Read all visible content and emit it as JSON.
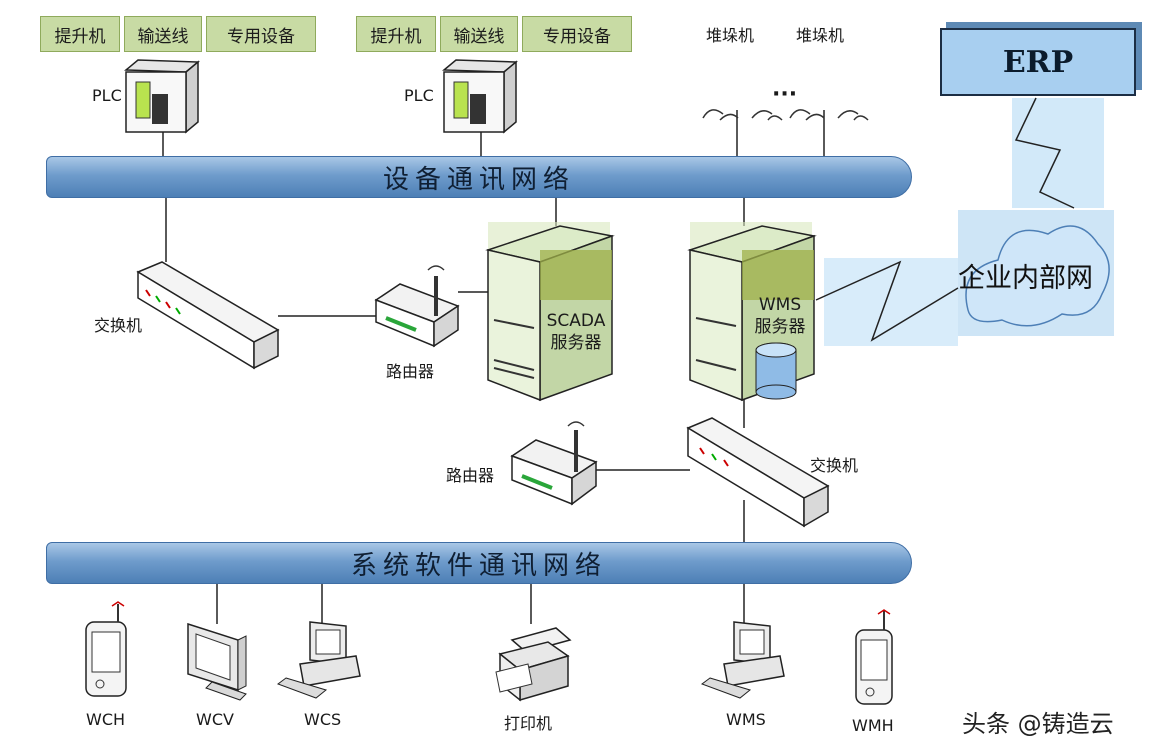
{
  "top_left_boxes": [
    "提升机",
    "输送线",
    "专用设备"
  ],
  "top_mid_boxes": [
    "提升机",
    "输送线",
    "专用设备"
  ],
  "stacker_labels": [
    "堆垛机",
    "堆垛机"
  ],
  "dots": "···",
  "plc_left": "PLC",
  "plc_mid": "PLC",
  "erp": "ERP",
  "device_bus": "设备通讯网络",
  "software_bus": "系统软件通讯网络",
  "intranet": "企业内部网",
  "switch_left": "交换机",
  "switch_right": "交换机",
  "router_top": "路由器",
  "router_bottom": "路由器",
  "scada_line1": "SCADA",
  "scada_line2": "服务器",
  "wms_line1": "WMS",
  "wms_line2": "服务器",
  "clients": [
    "WCH",
    "WCV",
    "WCS",
    "打印机",
    "WMS",
    "WMH"
  ],
  "watermark": "头条 @铸造云",
  "colors": {
    "bus_blue": "#5a8ac0",
    "label_green": "#c8dba4",
    "server_green": "#d7e8c0",
    "erp_blue": "#a8cff0"
  }
}
